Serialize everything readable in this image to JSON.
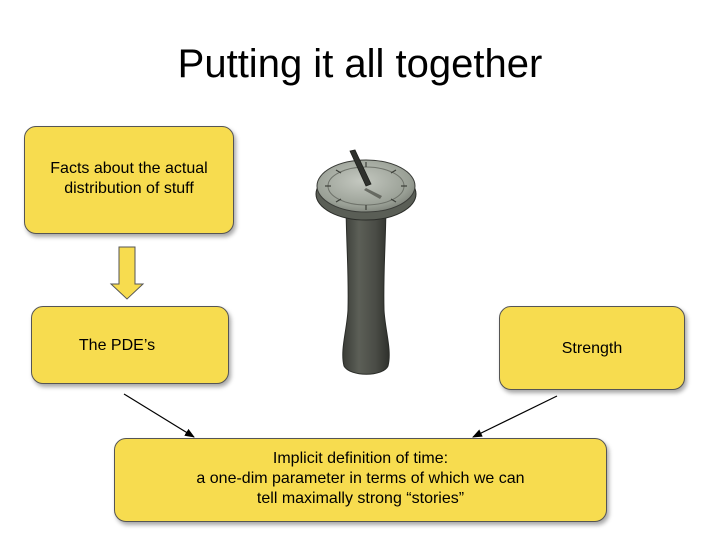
{
  "slide": {
    "title": "Putting it all together",
    "boxes": {
      "facts": {
        "line1": "Facts about the actual",
        "line2": "distribution of stuff"
      },
      "pde": "The PDE’s",
      "strength": "Strength",
      "time": {
        "line1": "Implicit definition of time:",
        "line2": "a one-dim parameter in terms of which we can",
        "line3": "tell maximally strong “stories”"
      }
    },
    "colors": {
      "box_fill": "#f7dc4f",
      "box_border": "#555555",
      "sundial_pillar": "#4a4d46",
      "sundial_dial": "#9aa096"
    },
    "icons": [
      "down-arrow-icon",
      "sundial-image"
    ]
  }
}
